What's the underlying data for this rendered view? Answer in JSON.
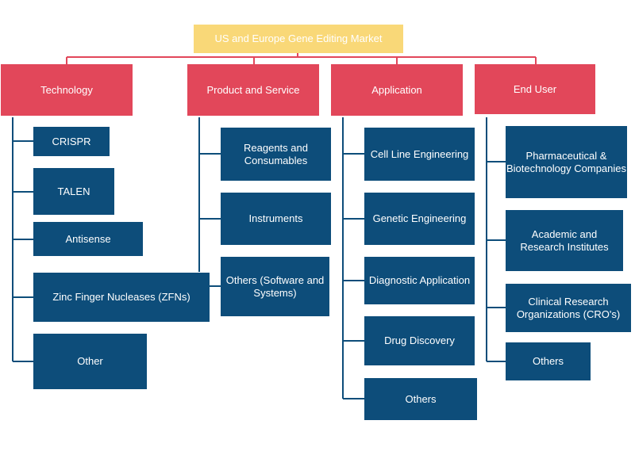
{
  "colors": {
    "root_fill": "#F9D878",
    "root_text": "#ffffff",
    "category_fill": "#E2475A",
    "category_text": "#ffffff",
    "leaf_fill": "#0D4D7A",
    "leaf_text": "#ffffff",
    "connector_red": "#E2475A",
    "connector_blue": "#0D4D7A"
  },
  "root": {
    "label": "US and Europe  Gene Editing Market"
  },
  "categories": [
    {
      "label": "Technology",
      "items": [
        "CRISPR",
        "TALEN",
        "Antisense",
        "Zinc Finger Nucleases (ZFNs)",
        "Other"
      ]
    },
    {
      "label": "Product and Service",
      "items": [
        "Reagents and Consumables",
        "Instruments",
        "Others (Software and Systems)"
      ]
    },
    {
      "label": "Application",
      "items": [
        "Cell Line Engineering",
        "Genetic Engineering",
        "Diagnostic Application",
        "Drug Discovery",
        "Others"
      ]
    },
    {
      "label": "End User",
      "items": [
        "Pharmaceutical & Biotechnology Companies",
        "Academic and Research Institutes",
        "Clinical Research Organizations (CRO's)",
        "Others"
      ]
    }
  ]
}
